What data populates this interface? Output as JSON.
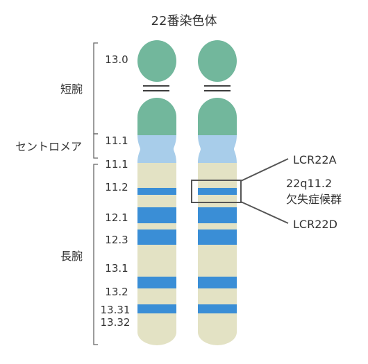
{
  "title": "22番染色体",
  "regions": {
    "short_arm": "短腕",
    "centromere": "セントロメア",
    "long_arm": "長腕"
  },
  "bands": {
    "b13_0": "13.0",
    "b11_1_top": "11.1",
    "b11_1_bottom": "11.1",
    "b11_2": "11.2",
    "b12_1": "12.1",
    "b12_3": "12.3",
    "b13_1": "13.1",
    "b13_2": "13.2",
    "b13_31": "13.31",
    "b13_32": "13.32"
  },
  "annotations": {
    "lcr22a": "LCR22A",
    "syndrome_locus": "22q11.2",
    "syndrome_name": "欠失症候群",
    "lcr22d": "LCR22D"
  },
  "colors": {
    "satellite": "#72b79c",
    "centromere": "#a8cdea",
    "arm": "#e3e2c4",
    "band": "#3a8ed6",
    "bracket": "#666666",
    "callout": "#555555",
    "text": "#333333"
  }
}
